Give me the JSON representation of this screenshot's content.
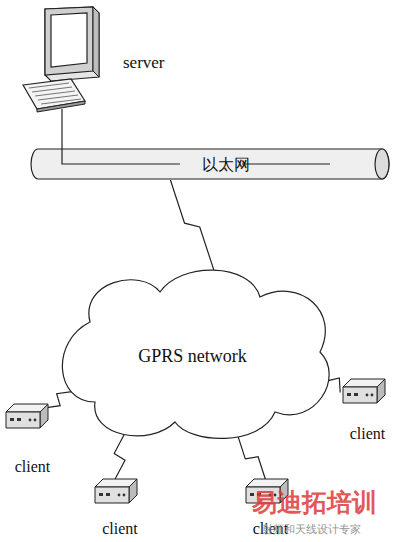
{
  "diagram": {
    "nodes": [
      {
        "text": [
          "server"
        ]
      },
      {
        "text": [
          "以太网"
        ]
      },
      {
        "text": [
          "GPRS network"
        ]
      },
      {
        "text": [
          "client"
        ]
      },
      {
        "text": [
          "client"
        ]
      },
      {
        "text": [
          "client"
        ]
      },
      {
        "text": [
          "client"
        ]
      }
    ],
    "edges": [
      {
        "from": 0,
        "to": 1,
        "arrow": "none"
      },
      {
        "from": 1,
        "to": 2,
        "arrow": "none"
      },
      {
        "from": 2,
        "to": 3,
        "arrow": "none"
      },
      {
        "from": 2,
        "to": 4,
        "arrow": "none"
      },
      {
        "from": 2,
        "to": 5,
        "arrow": "none"
      },
      {
        "from": 2,
        "to": 6,
        "arrow": "none"
      }
    ],
    "labels": [
      "易迪拓培训",
      "射频和天线设计专家"
    ]
  }
}
